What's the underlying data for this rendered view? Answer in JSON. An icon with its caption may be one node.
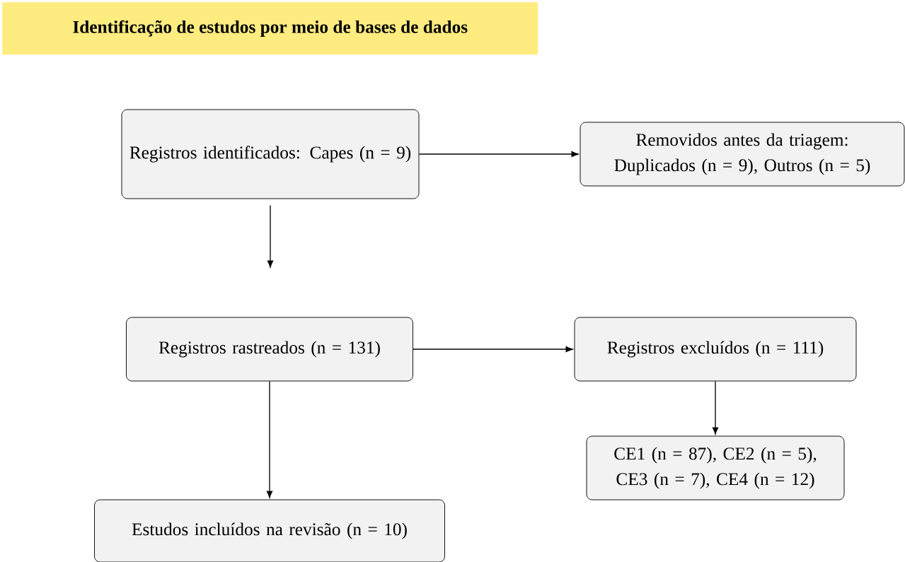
{
  "diagram": {
    "title": "Identificação de estudos por meio de bases de dados",
    "nodes": [
      {
        "text": [
          "Registros identificados: Capes (n = 9)"
        ]
      },
      {
        "text": [
          "Removidos antes da triagem: Duplicados (n = 9), Outros (n = 5)"
        ]
      },
      {
        "text": [
          "Registros rastreados (n = 131)"
        ]
      },
      {
        "text": [
          "Registros excluídos (n = 111)"
        ]
      },
      {
        "text": [
          "CE1 (n = 87), CE2 (n = 5), CE3 (n = 7), CE4 (n = 12)"
        ]
      },
      {
        "text": [
          "Estudos incluídos na revisão (n = 10)"
        ]
      }
    ],
    "edges": [
      {
        "from": 0,
        "to": 1,
        "arrow": "to"
      },
      {
        "from": 0,
        "to": null,
        "arrow": "to"
      },
      {
        "from": 2,
        "to": 3,
        "arrow": "to"
      },
      {
        "from": 2,
        "to": 5,
        "arrow": "to"
      },
      {
        "from": 3,
        "to": 4,
        "arrow": "to"
      }
    ]
  }
}
